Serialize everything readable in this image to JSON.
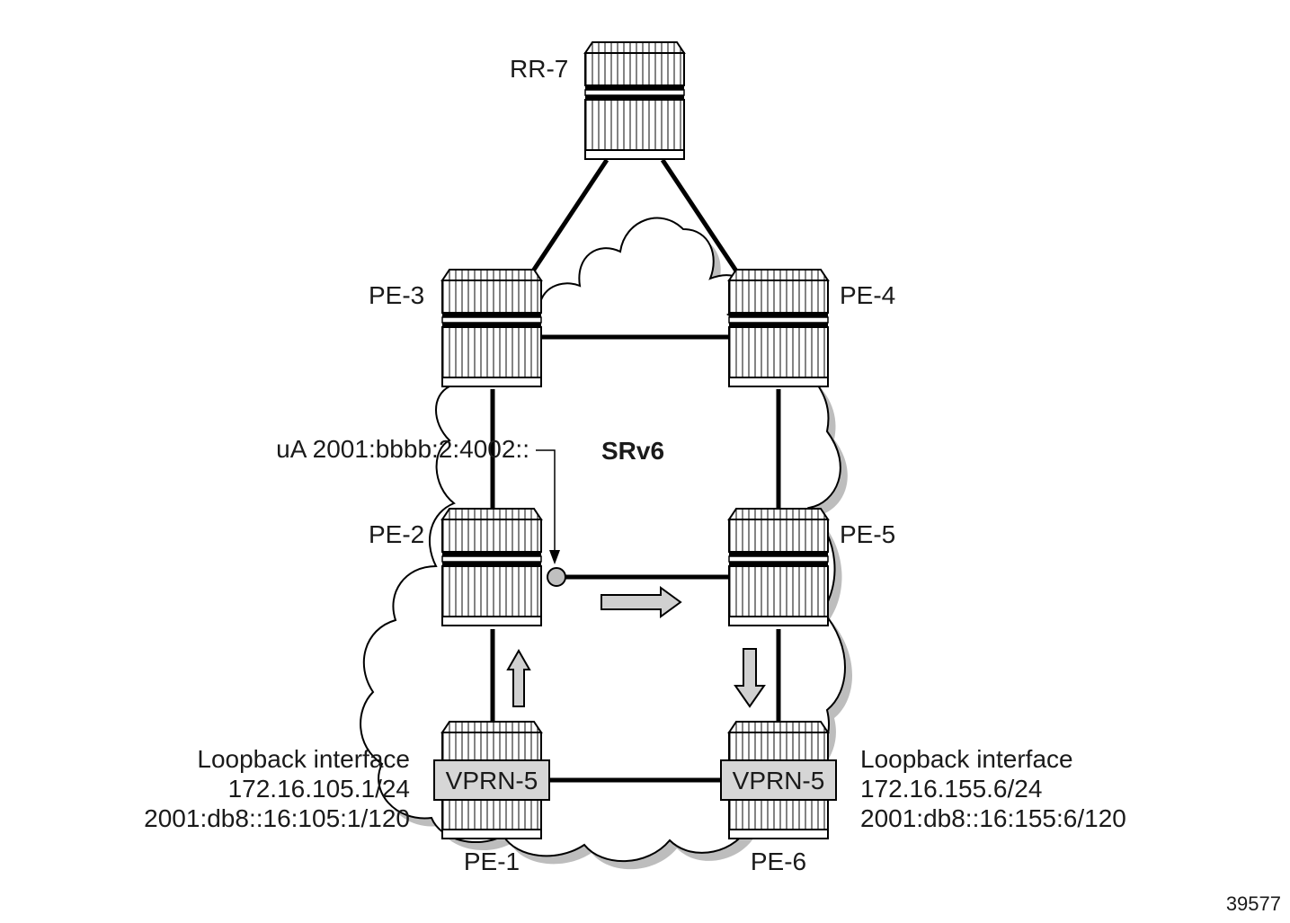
{
  "routers": [
    {
      "id": "RR-7",
      "label": "RR-7"
    },
    {
      "id": "PE-3",
      "label": "PE-3"
    },
    {
      "id": "PE-4",
      "label": "PE-4"
    },
    {
      "id": "PE-2",
      "label": "PE-2"
    },
    {
      "id": "PE-5",
      "label": "PE-5"
    },
    {
      "id": "PE-1",
      "label": "PE-1"
    },
    {
      "id": "PE-6",
      "label": "PE-6"
    }
  ],
  "domain_label": "SRv6",
  "ua_sid_label": "uA 2001:bbbb:2:4002::",
  "vprn_left": "VPRN-5",
  "vprn_right": "VPRN-5",
  "loopback_left": {
    "line1": "Loopback interface",
    "line2": "172.16.105.1/24",
    "line3": "2001:db8::16:105:1/120"
  },
  "loopback_right": {
    "line1": "Loopback interface",
    "line2": "172.16.155.6/24",
    "line3": "2001:db8::16:155:6/120"
  },
  "figure_id": "39577",
  "colors": {
    "line": "#000000",
    "cloud_fill": "#ffffff",
    "cloud_shadow": "#bdbdbd",
    "arrow_fill": "#d0d0d0",
    "vprn_fill": "#d6d6d6",
    "sid_dot": "#c0c0c0"
  }
}
